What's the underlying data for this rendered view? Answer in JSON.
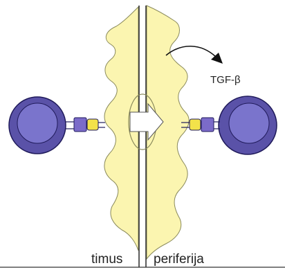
{
  "diagram": {
    "labels": {
      "left_region": "timus",
      "right_region": "periferija",
      "cytokine": "TGF-β"
    },
    "colors": {
      "background": "#ffffff",
      "epithelial_cell_fill": "#fbf5b0",
      "epithelial_cell_stroke": "#8a8a5c",
      "divider_line": "#333333",
      "t_cell_outer": "#5a52a8",
      "t_cell_nucleus": "#7a74cc",
      "t_cell_stroke": "#1f1a5a",
      "receptor_purple": "#7b6bc9",
      "peptide_yellow": "#f3e24a",
      "arrow_fill": "#ffffff",
      "text": "#222222"
    },
    "icons": {
      "left_t_cell": "t-cell-icon",
      "right_t_cell": "t-cell-icon",
      "migration_arrow": "block-arrow-icon",
      "secretion_arrow": "curved-arrow-icon"
    }
  }
}
